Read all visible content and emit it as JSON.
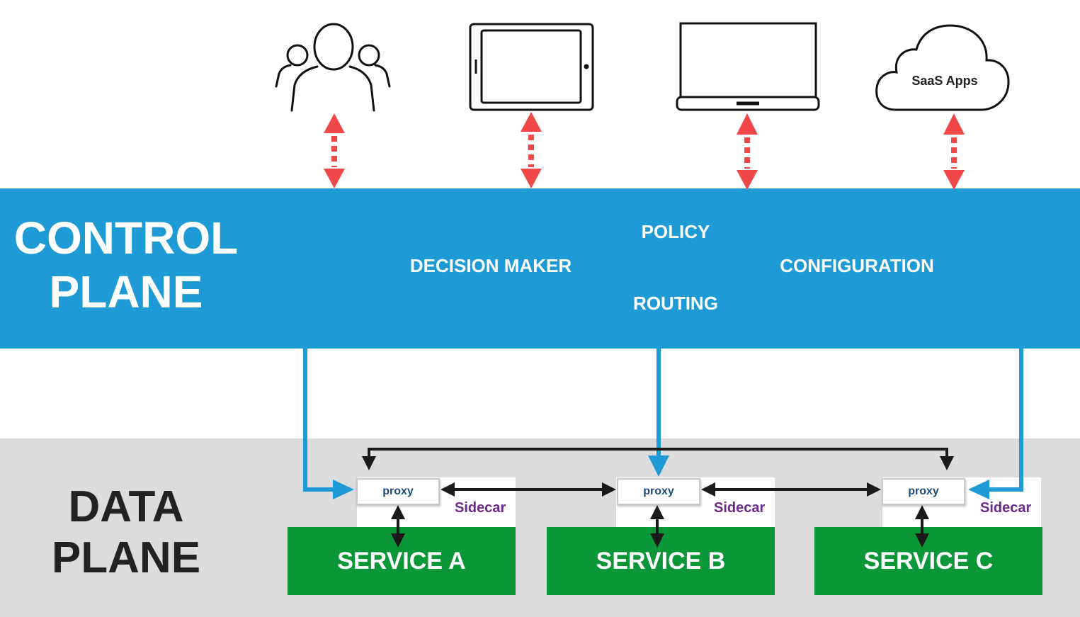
{
  "control_plane": {
    "title_line1": "CONTROL",
    "title_line2": "PLANE",
    "labels": {
      "policy": "POLICY",
      "decision_maker": "DECISION MAKER",
      "configuration": "CONFIGURATION",
      "routing": "ROUTING"
    }
  },
  "data_plane": {
    "title_line1": "DATA",
    "title_line2": "PLANE",
    "services": [
      {
        "name": "SERVICE A",
        "proxy": "proxy",
        "sidecar": "Sidecar"
      },
      {
        "name": "SERVICE B",
        "proxy": "proxy",
        "sidecar": "Sidecar"
      },
      {
        "name": "SERVICE C",
        "proxy": "proxy",
        "sidecar": "Sidecar"
      }
    ]
  },
  "clients": {
    "icons": [
      "users-icon",
      "tablet-icon",
      "laptop-icon",
      "cloud-icon"
    ],
    "saas_label": "SaaS Apps"
  },
  "colors": {
    "control_plane": "#1e9bd4",
    "data_plane": "#dcdcdc",
    "service": "#0b9638",
    "client_arrow": "#f04848",
    "sidecar_label": "#6a2a8a",
    "proxy_label": "#1f4e79"
  }
}
